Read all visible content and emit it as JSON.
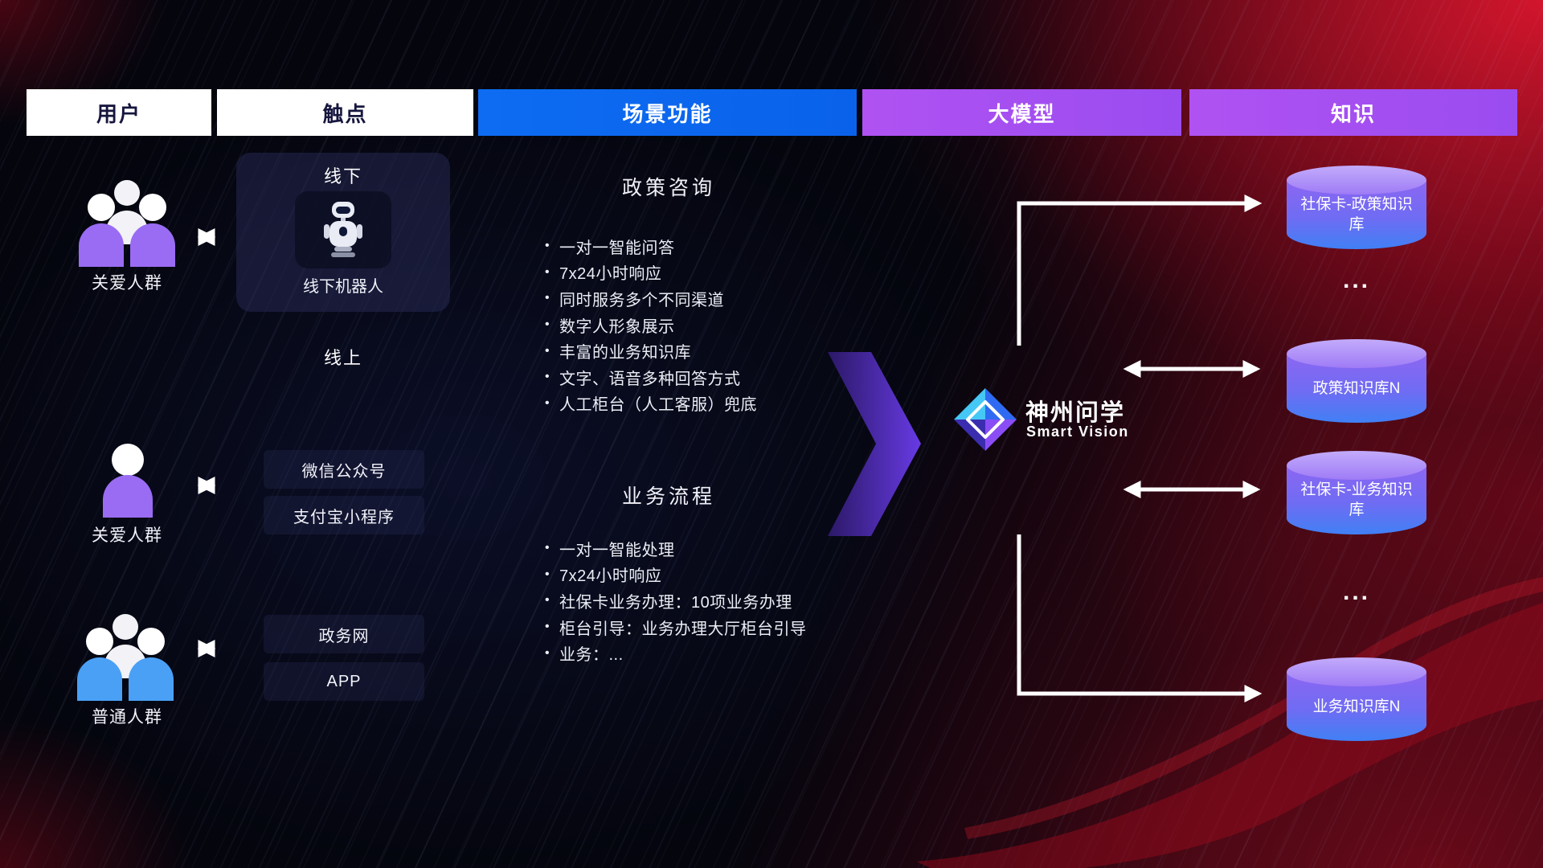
{
  "header": {
    "columns": [
      {
        "label": "用户"
      },
      {
        "label": "触点"
      },
      {
        "label": "场景功能"
      },
      {
        "label": "大模型"
      },
      {
        "label": "知识"
      }
    ]
  },
  "users": [
    {
      "label": "关爱人群",
      "icon": "group-users-purple-icon"
    },
    {
      "label": "关爱人群",
      "icon": "single-user-purple-icon"
    },
    {
      "label": "普通人群",
      "icon": "group-users-blue-icon"
    }
  ],
  "touchpoints": {
    "offline_title": "线下",
    "offline_robot_label": "线下机器人",
    "online_title": "线上",
    "channels": [
      "微信公众号",
      "支付宝小程序",
      "政务网",
      "APP"
    ]
  },
  "scenarios": [
    {
      "title": "政策咨询",
      "items": [
        "一对一智能问答",
        "7x24小时响应",
        "同时服务多个不同渠道",
        "数字人形象展示",
        "丰富的业务知识库",
        "文字、语音多种回答方式",
        "人工柜台（人工客服）兜底"
      ]
    },
    {
      "title": "业务流程",
      "items": [
        "一对一智能处理",
        "7x24小时响应",
        "社保卡业务办理：10项业务办理",
        "柜台引导：业务办理大厅柜台引导",
        "业务：..."
      ]
    }
  ],
  "model": {
    "name": "神州问学",
    "subtitle": "Smart Vision",
    "logo": "diamond-logo-icon"
  },
  "knowledge": {
    "cylinders": [
      "社保卡-政策知识库",
      "政策知识库N",
      "社保卡-业务知识库",
      "业务知识库N"
    ],
    "ellipsis": "..."
  },
  "colors": {
    "background_dark": "#04050d",
    "background_red": "#c0142e",
    "header_blue": "#0d6cf2",
    "header_purple": "#a44ff0",
    "header_white": "#ffffff",
    "header_dark_text": "#16163e",
    "user_purple": "#9a6cf3",
    "user_blue": "#4aa0f5",
    "cylinder_top": "#c3abfb",
    "cylinder_purple": "#8d66f2",
    "cylinder_blue": "#4080f5",
    "big_arrow_purple": "#6d3df0",
    "flow_arrow": "#ffffff"
  }
}
